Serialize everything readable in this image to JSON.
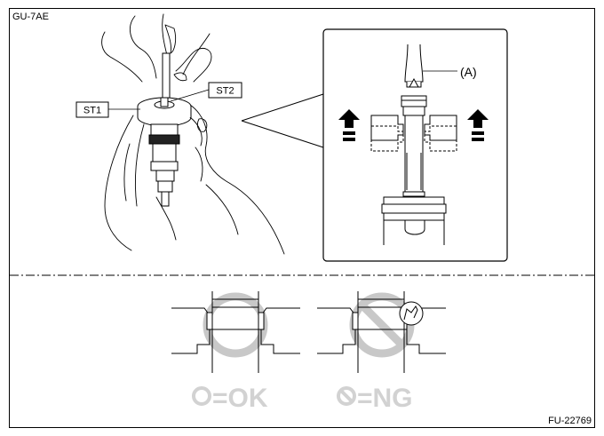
{
  "figure": {
    "section_code": "GU-7AE",
    "figure_number": "FU-22769"
  },
  "callouts": {
    "st1": "ST1",
    "st2": "ST2",
    "a": "(A)"
  },
  "legend": {
    "ok_label": "=OK",
    "ng_label": "=NG",
    "ok_symbol_icon": "circle-icon",
    "ng_symbol_icon": "prohibited-icon"
  },
  "colors": {
    "line": "#000000",
    "symbol_gray": "#c8c8c8",
    "legend_text_gray": "#d2d2d2"
  }
}
